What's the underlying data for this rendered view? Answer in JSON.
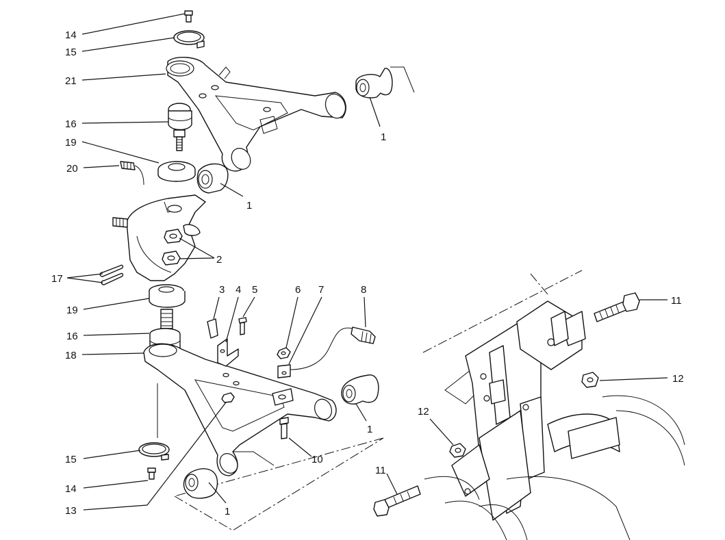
{
  "callouts": [
    {
      "id": "c14a",
      "text": "14"
    },
    {
      "id": "c15a",
      "text": "15"
    },
    {
      "id": "c21",
      "text": "21"
    },
    {
      "id": "c16a",
      "text": "16"
    },
    {
      "id": "c19a",
      "text": "19"
    },
    {
      "id": "c20",
      "text": "20"
    },
    {
      "id": "c1a",
      "text": "1"
    },
    {
      "id": "c1b",
      "text": "1"
    },
    {
      "id": "c2",
      "text": "2"
    },
    {
      "id": "c17",
      "text": "17"
    },
    {
      "id": "c19b",
      "text": "19"
    },
    {
      "id": "c16b",
      "text": "16"
    },
    {
      "id": "c18",
      "text": "18"
    },
    {
      "id": "c3",
      "text": "3"
    },
    {
      "id": "c4",
      "text": "4"
    },
    {
      "id": "c5",
      "text": "5"
    },
    {
      "id": "c6",
      "text": "6"
    },
    {
      "id": "c7",
      "text": "7"
    },
    {
      "id": "c8",
      "text": "8"
    },
    {
      "id": "c1c",
      "text": "1"
    },
    {
      "id": "c10",
      "text": "10"
    },
    {
      "id": "c15b",
      "text": "15"
    },
    {
      "id": "c14b",
      "text": "14"
    },
    {
      "id": "c13",
      "text": "13"
    },
    {
      "id": "c1d",
      "text": "1"
    },
    {
      "id": "c11a",
      "text": "11"
    },
    {
      "id": "c12a",
      "text": "12"
    },
    {
      "id": "c12b",
      "text": "12"
    },
    {
      "id": "c11b",
      "text": "11"
    }
  ]
}
